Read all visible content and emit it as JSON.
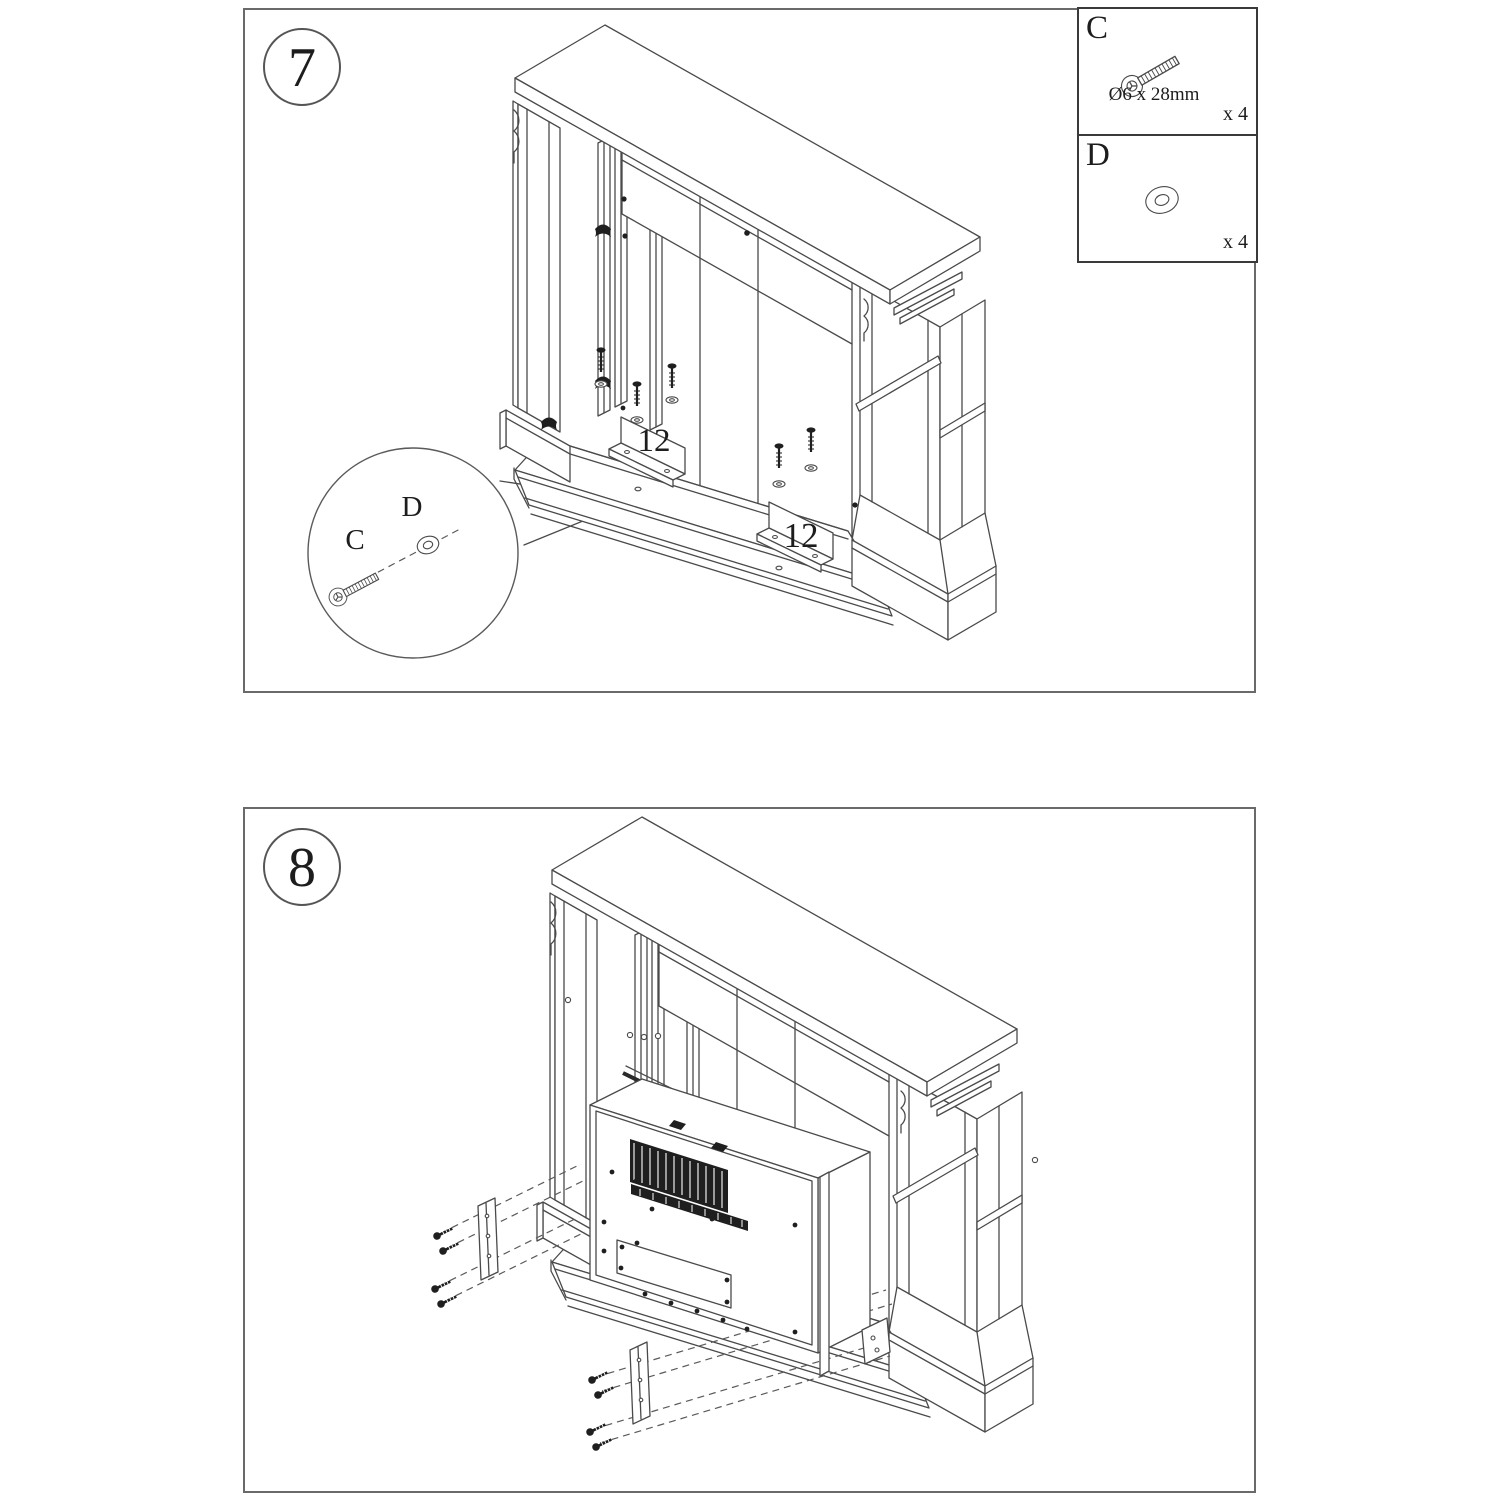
{
  "document": {
    "kind": "assembly-instruction-sheet",
    "background": "#ffffff",
    "line_color": "#4a4a4a"
  },
  "steps": [
    {
      "badge": "7"
    },
    {
      "badge": "8"
    }
  ],
  "hardware_legend": {
    "items": [
      {
        "id": "C",
        "icon": "bolt-icon",
        "spec": "Ø6 x 28mm",
        "qty": "x 4"
      },
      {
        "id": "D",
        "icon": "washer-icon",
        "qty": "x 4"
      }
    ]
  },
  "step7": {
    "callout_labels": [
      {
        "id": "C",
        "part": "bolt"
      },
      {
        "id": "D",
        "part": "washer"
      }
    ],
    "bracket_labels": [
      "12",
      "12"
    ]
  }
}
